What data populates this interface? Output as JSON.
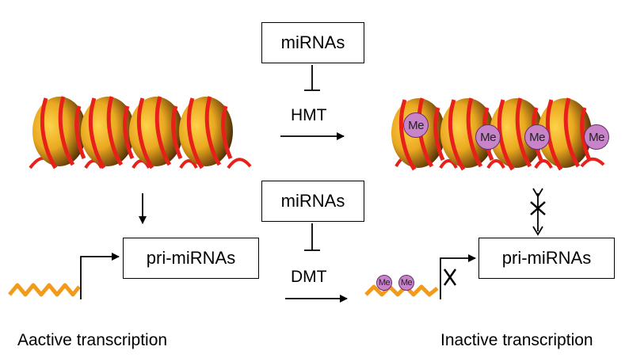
{
  "boxes": {
    "mirnas_top": "miRNAs",
    "mirnas_mid": "miRNAs",
    "pri_left": "pri-miRNAs",
    "pri_right": "pri-miRNAs"
  },
  "enzymes": {
    "hmt": "HMT",
    "dmt": "DMT"
  },
  "methyl_label": "Me",
  "captions": {
    "active": "Aactive transcription",
    "inactive": "Inactive transcription"
  },
  "colors": {
    "nucleosome_light": "#f2b628",
    "nucleosome_dark": "#3a2205",
    "dna_red": "#e8201a",
    "dna_orange": "#f29a1a",
    "methyl": "#c784c8"
  }
}
